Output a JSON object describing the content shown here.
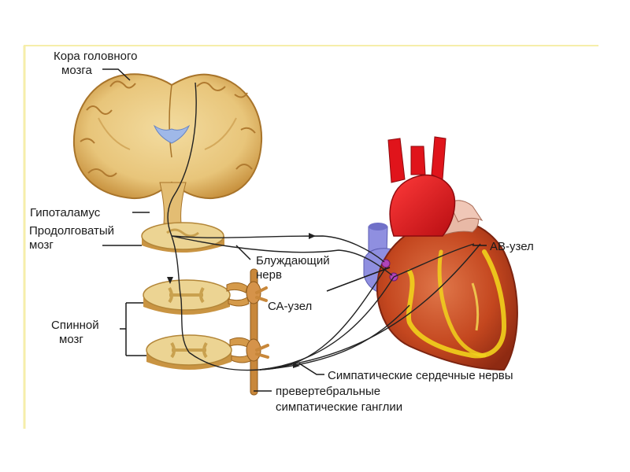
{
  "labels": {
    "cortex": [
      "Кора головного",
      "мозга"
    ],
    "hypothalamus": "Гипоталамус",
    "medulla": [
      "Продолговатый",
      "мозг"
    ],
    "vagus": [
      "Блуждающий",
      "нерв"
    ],
    "sa_node": "СА-узел",
    "av_node": "АВ-узел",
    "spinal_cord": [
      "Спинной",
      "мозг"
    ],
    "sympathetic_nerves": "Симпатические сердечные нервы",
    "ganglia": [
      "превертебральные",
      "симпатические ганглии"
    ]
  },
  "colors": {
    "brain_tissue": "#e9c982",
    "brain_cortex": "#d4a64e",
    "cord": "#ead39b",
    "cord_grey": "#c9a14f",
    "ventricle": "#9fb8e8",
    "heart_muscle": "#c2451f",
    "heart_conduction": "#f1d21c",
    "aorta": "#e0141b",
    "vena": "#8f8fe0",
    "ganglion": "#c8873a",
    "nerve": "#222222",
    "frame": "#f7f2a8"
  }
}
